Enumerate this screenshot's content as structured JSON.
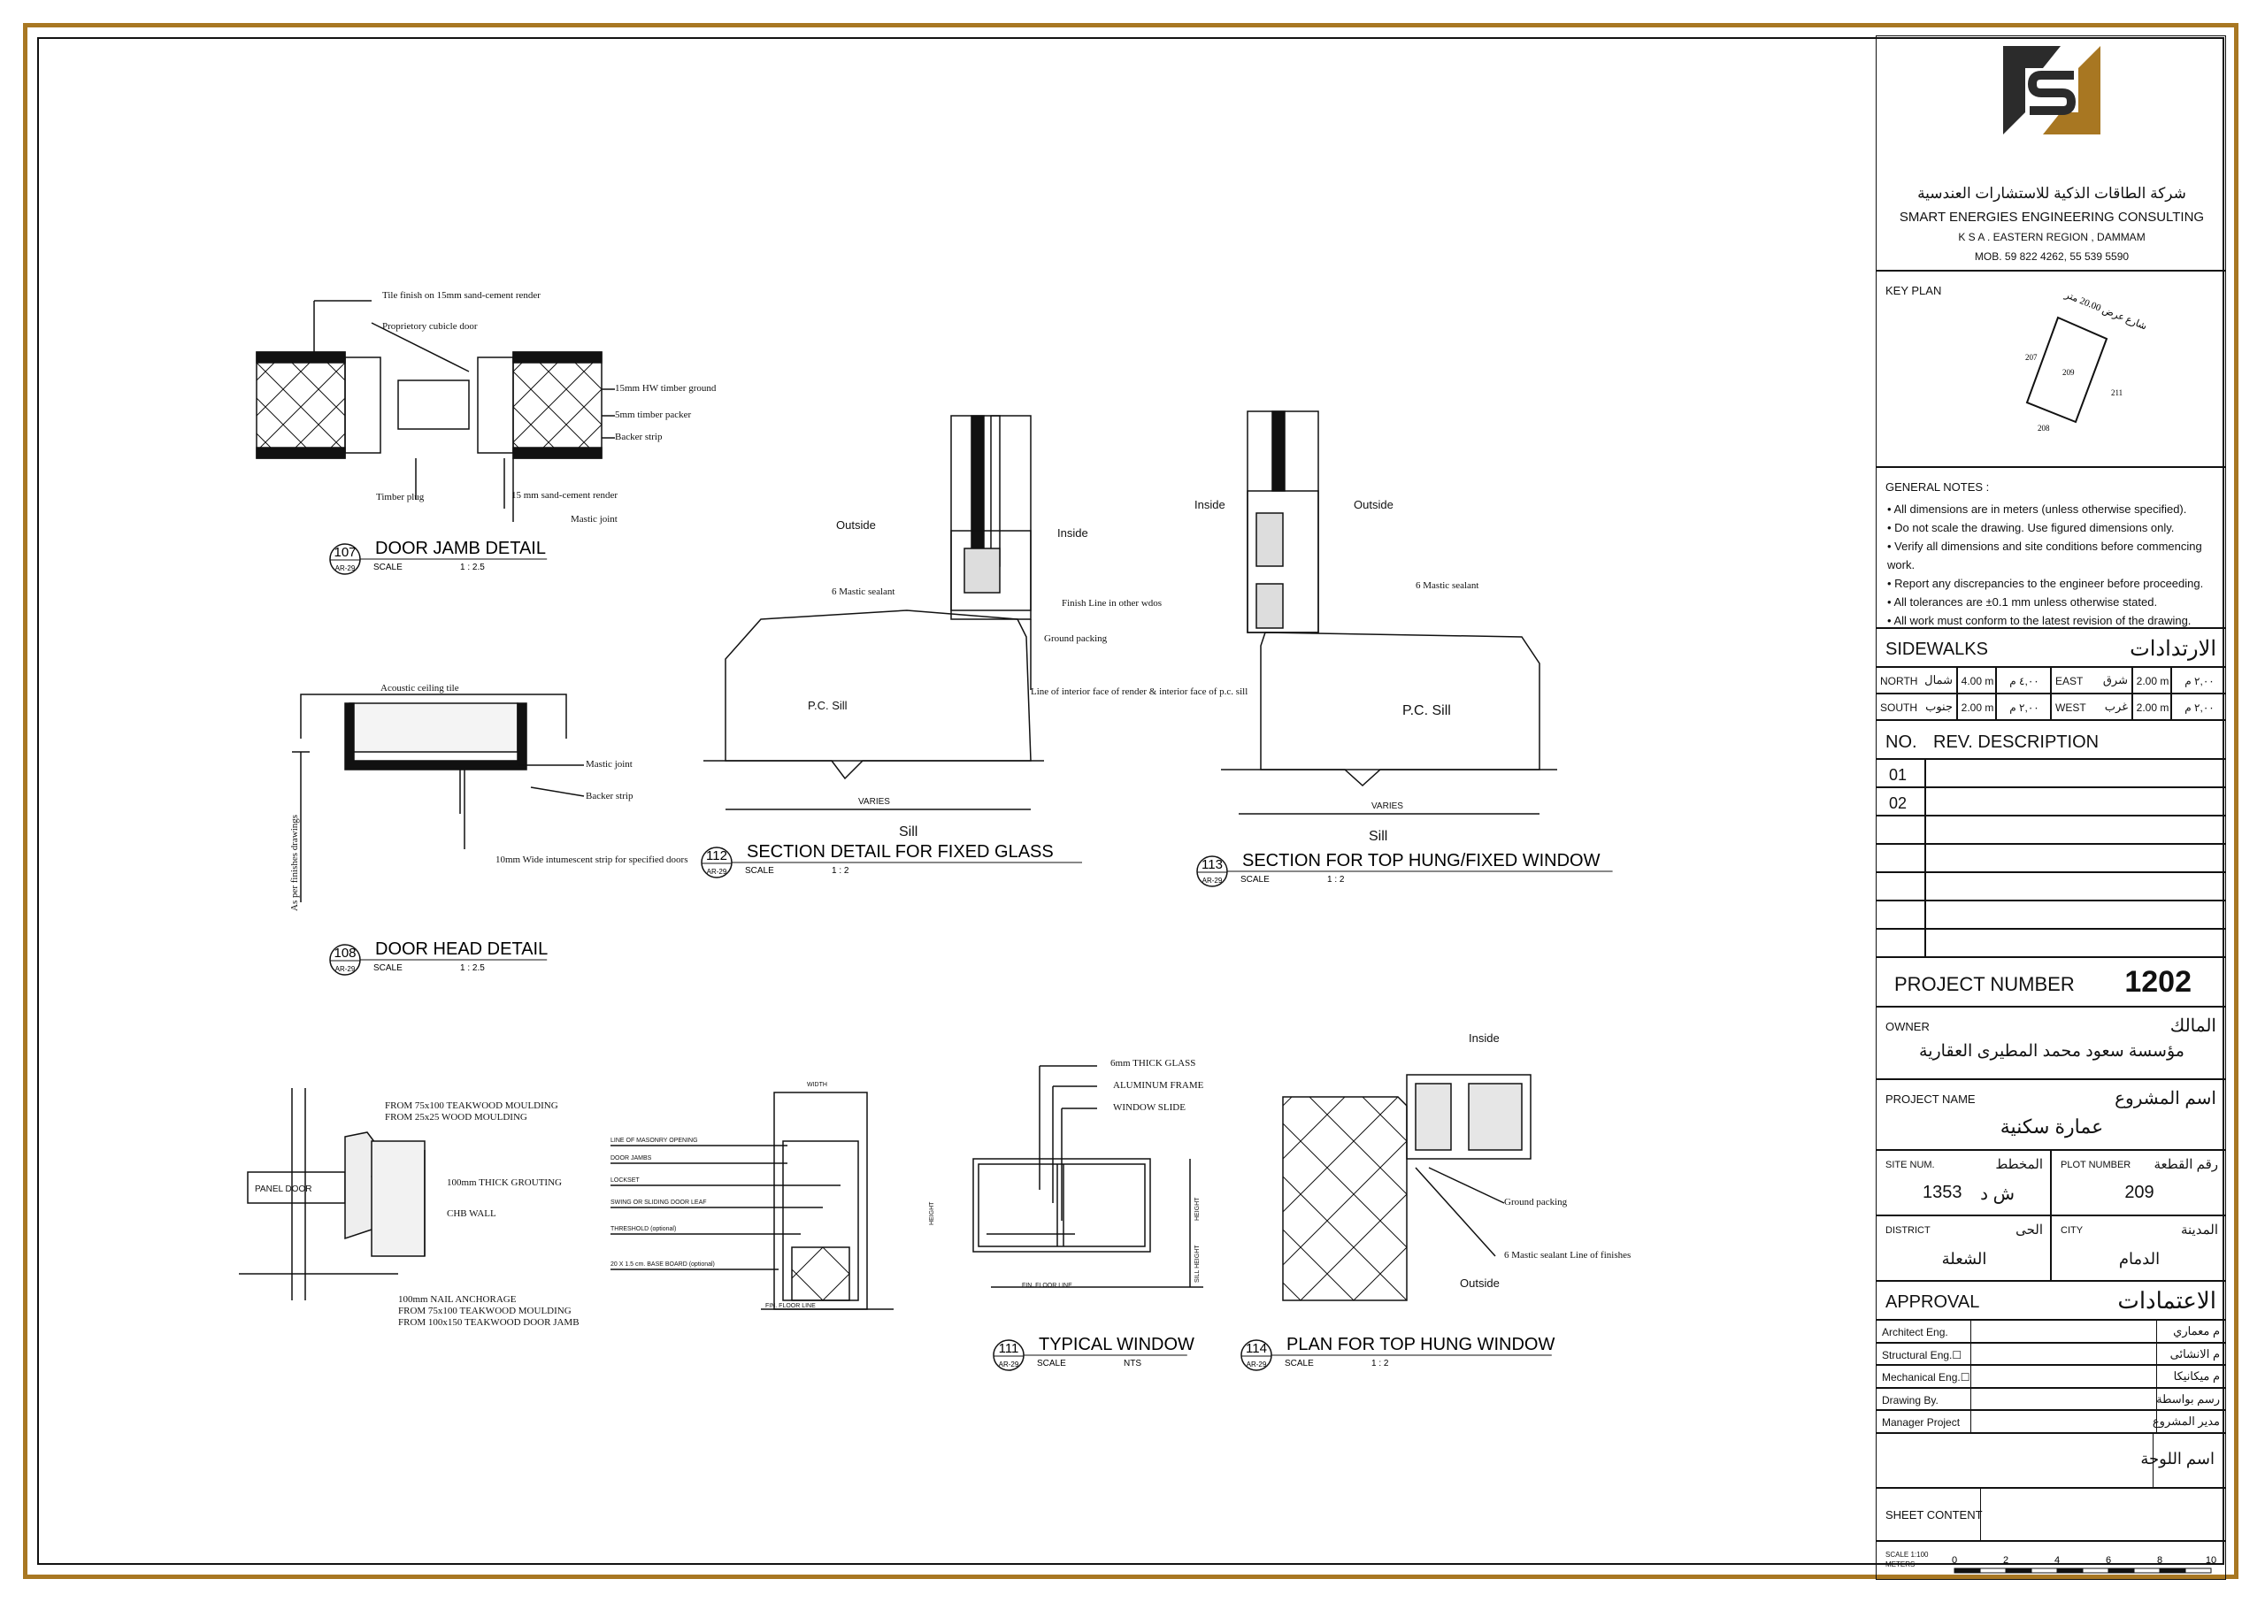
{
  "colors": {
    "frame": "#a87722",
    "ink": "#111111",
    "logo_dark": "#2b2b2b",
    "logo_gold": "#a87722"
  },
  "company": {
    "name_ar": "شركة الطاقات الذكية للاستشارات العندسية",
    "name_en": "SMART ENERGIES ENGINEERING CONSULTING",
    "region": "K S A . EASTERN REGION , DAMMAM",
    "mobile": "MOB. 59 822 4262, 55 539 5590"
  },
  "key_plan": {
    "title": "KEY PLAN",
    "plot": "209",
    "north": "207",
    "east": "211",
    "south": "208",
    "street": "شارع عرض 20.00 متر"
  },
  "general_notes": {
    "title": "GENERAL NOTES :",
    "items": [
      "All dimensions are in meters (unless otherwise specified).",
      "Do not scale the drawing. Use figured dimensions only.",
      "Verify all dimensions and site conditions before commencing work.",
      "Report any discrepancies to the engineer before proceeding.",
      "All tolerances are ±0.1 mm unless otherwise stated.",
      "All work must conform to the latest revision of the drawing."
    ]
  },
  "sidewalks": {
    "title_en": "SIDEWALKS",
    "title_ar": "الارتدادات",
    "north": {
      "en": "NORTH",
      "ar": "شمال",
      "value": "4.00 m",
      "value_ar": "٤,٠٠ م"
    },
    "south": {
      "en": "SOUTH",
      "ar": "جنوب",
      "value": "2.00 m",
      "value_ar": "٢,٠٠ م"
    },
    "east": {
      "en": "EAST",
      "ar": "شرق",
      "value": "2.00 m",
      "value_ar": "٢,٠٠ م"
    },
    "west": {
      "en": "WEST",
      "ar": "غرب",
      "value": "2.00 m",
      "value_ar": "٢,٠٠ م"
    }
  },
  "revisions": {
    "col_no": "NO.",
    "col_desc": "REV. DESCRIPTION",
    "rows": [
      "01",
      "02"
    ]
  },
  "project_number": {
    "label": "PROJECT NUMBER",
    "value": "1202"
  },
  "owner": {
    "label_en": "OWNER",
    "label_ar": "المالك",
    "value": "مؤسسة سعود محمد المطيرى العقارية"
  },
  "project_name": {
    "label_en": "PROJECT NAME",
    "label_ar": "اسم المشروع",
    "value": "عمارة سكنية"
  },
  "site": {
    "label_en": "SITE NUM.",
    "label_ar": "المخطط",
    "value": "1353",
    "value_ar": "ش د"
  },
  "plot": {
    "label_en": "PLOT NUMBER",
    "label_ar": "رقم القطعة",
    "value": "209"
  },
  "district": {
    "label_en": "DISTRICT",
    "label_ar": "الحى",
    "value": "الشعلة"
  },
  "city": {
    "label_en": "CITY",
    "label_ar": "المدينة",
    "value": "الدمام"
  },
  "approval": {
    "title_en": "APPROVAL",
    "title_ar": "الاعتمادات",
    "rows": [
      {
        "en": "Architect Eng.",
        "ar": "م معماري"
      },
      {
        "en": "Structural Eng.☐",
        "ar": "م الانشائى"
      },
      {
        "en": "Mechanical Eng.☐",
        "ar": "م ميكانيكا"
      },
      {
        "en": "Drawing By.",
        "ar": "رسم بواسطة"
      },
      {
        "en": "Manager Project",
        "ar": "مدير المشروع"
      }
    ]
  },
  "sheet_name_ar": "اسم اللوحة",
  "sheet_content": "SHEET CONTENT",
  "scale_bar": {
    "label": "SCALE 1:100\nMETERS",
    "label1": "SCALE 1:100",
    "label2": "METERS",
    "ticks": [
      "0",
      "2",
      "4",
      "6",
      "8",
      "10"
    ]
  },
  "details": [
    {
      "num": "107",
      "ref": "AR-29",
      "title": "DOOR JAMB DETAIL",
      "scale_label": "SCALE",
      "scale": "1 : 2.5"
    },
    {
      "num": "108",
      "ref": "AR-29",
      "title": "DOOR HEAD DETAIL",
      "scale_label": "SCALE",
      "scale": "1 : 2.5"
    },
    {
      "num": "112",
      "ref": "AR-29",
      "title": "SECTION DETAIL FOR FIXED GLASS",
      "scale_label": "SCALE",
      "scale": "1 : 2"
    },
    {
      "num": "113",
      "ref": "AR-29",
      "title": "SECTION FOR TOP HUNG/FIXED WINDOW",
      "scale_label": "SCALE",
      "scale": "1 : 2"
    },
    {
      "num": "111",
      "ref": "AR-29",
      "title": "TYPICAL WINDOW",
      "scale_label": "SCALE",
      "scale": "NTS"
    },
    {
      "num": "114",
      "ref": "AR-29",
      "title": "PLAN FOR TOP HUNG WINDOW",
      "scale_label": "SCALE",
      "scale": "1 : 2"
    }
  ],
  "annotations": {
    "jamb": [
      "Tile finish on 15mm sand-cement render",
      "Proprietory cubicle door",
      "15mm HW timber ground",
      "5mm timber packer",
      "Backer strip",
      "Timber plug",
      "15 mm sand-cement render",
      "Mastic joint"
    ],
    "head": [
      "Acoustic ceiling tile",
      "Mastic joint",
      "Backer strip",
      "10mm Wide intumescent strip for specified doors",
      "As per finishes drawings"
    ],
    "fixed_glass": [
      "Outside",
      "Inside",
      "6 Mastic sealant",
      "Finish Line in other wdos",
      "Ground packing",
      "Line of interior face of render & interior face of p.c. sill",
      "P.C. Sill",
      "VARIES",
      "Sill"
    ],
    "top_hung": [
      "Inside",
      "Outside",
      "6 Mastic sealant",
      "P.C. Sill",
      "VARIES",
      "Sill"
    ],
    "panel": [
      "FROM 75x100 TEAKWOOD MOULDING",
      "FROM 25x25 WOOD MOULDING",
      "PANEL DOOR",
      "100mm THICK GROUTING",
      "CHB WALL",
      "100mm NAIL ANCHORAGE",
      "FROM 75x100 TEAKWOOD MOULDING",
      "FROM 100x150 TEAKWOOD DOOR JAMB"
    ],
    "door_elev": [
      "LINE OF MASONRY OPENING",
      "DOOR JAMBS",
      "LOCKSET",
      "SWING OR SLIDING DOOR LEAF",
      "THRESHOLD (optional)",
      "20 X 1.5 cm. BASE BOARD (optional)",
      "FIN. FLOOR LINE",
      "WIDTH",
      "HEIGHT"
    ],
    "typ_window": [
      "6mm THICK GLASS",
      "ALUMINUM FRAME",
      "WINDOW SLIDE",
      "FIN. FLOOR LINE",
      "HEIGHT",
      "SILL HEIGHT"
    ],
    "plan_hung": [
      "Inside",
      "Ground packing",
      "6 Mastic sealant Line of finishes",
      "Outside"
    ]
  }
}
